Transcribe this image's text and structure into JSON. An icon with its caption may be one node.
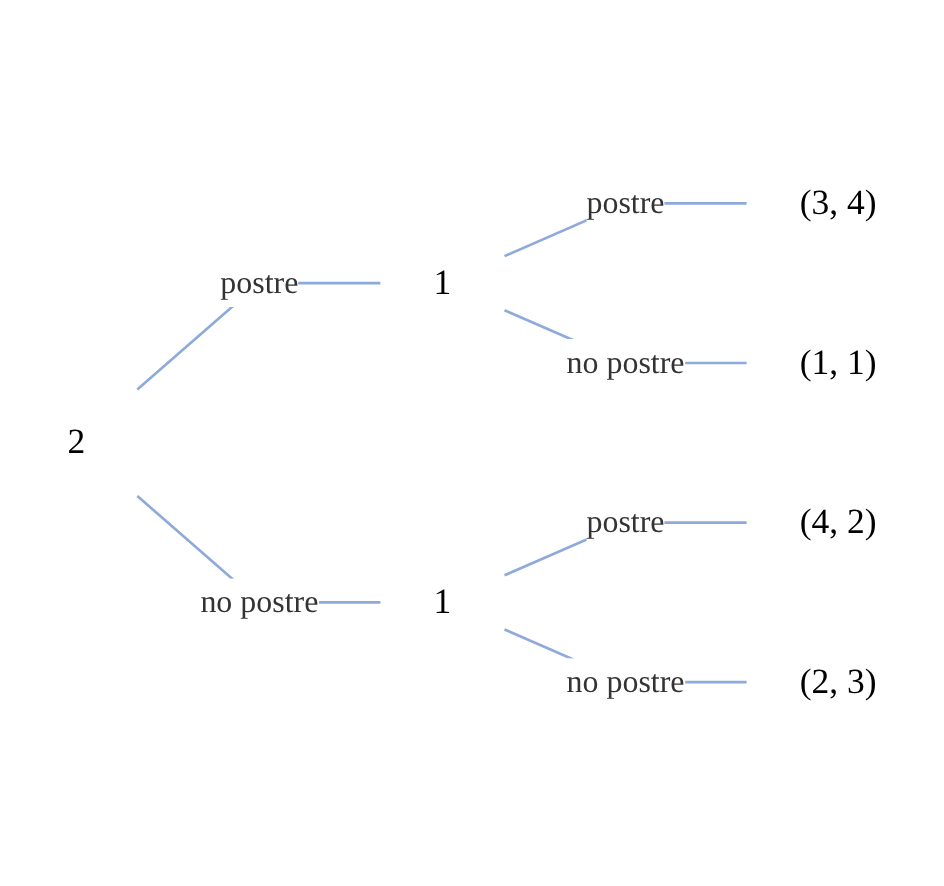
{
  "diagram": {
    "nodes": [
      {
        "text": [
          "2"
        ]
      },
      {
        "text": [
          "1"
        ]
      },
      {
        "text": [
          "1"
        ]
      },
      {
        "text": [
          "(3, 4)"
        ]
      },
      {
        "text": [
          "(1, 1)"
        ]
      },
      {
        "text": [
          "(4, 2)"
        ]
      },
      {
        "text": [
          "(2, 3)"
        ]
      }
    ],
    "edges": [
      {
        "from": 0,
        "to": 1,
        "arrow": "none",
        "label": "postre"
      },
      {
        "from": 0,
        "to": 2,
        "arrow": "none",
        "label": "no postre"
      },
      {
        "from": 1,
        "to": 3,
        "arrow": "none",
        "label": "postre"
      },
      {
        "from": 1,
        "to": 4,
        "arrow": "none",
        "label": "no postre"
      },
      {
        "from": 2,
        "to": 5,
        "arrow": "none",
        "label": "postre"
      },
      {
        "from": 2,
        "to": 6,
        "arrow": "none",
        "label": "no postre"
      }
    ]
  }
}
